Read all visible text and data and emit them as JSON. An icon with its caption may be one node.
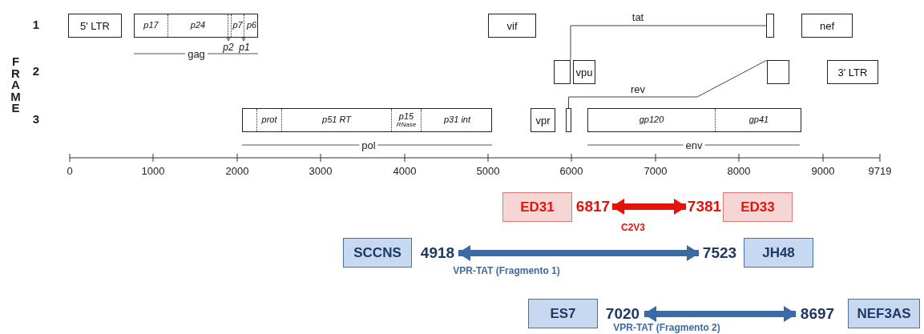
{
  "diagram": {
    "nodes": [
      {
        "text": [
          "5' LTR"
        ]
      },
      {
        "text": [
          "p17",
          "p24",
          "p7",
          "p6"
        ]
      },
      {
        "text": [
          "p2"
        ]
      },
      {
        "text": [
          "p1"
        ]
      },
      {
        "text": [
          "vif"
        ]
      },
      {
        "text": [],
        "shape": "box"
      },
      {
        "text": [
          "nef"
        ]
      },
      {
        "text": [],
        "shape": "box"
      },
      {
        "text": [
          "vpu"
        ]
      },
      {
        "text": [],
        "shape": "box"
      },
      {
        "text": [
          "3' LTR"
        ]
      },
      {
        "text": [
          "prot",
          "p51 RT",
          "p15",
          "RNase",
          "p31 int"
        ]
      },
      {
        "text": [
          "vpr"
        ]
      },
      {
        "text": [],
        "shape": "box"
      },
      {
        "text": [
          "gp120",
          "gp41"
        ]
      },
      {
        "text": [
          "ED31"
        ]
      },
      {
        "text": [
          "6817"
        ]
      },
      {
        "text": [
          "7381"
        ]
      },
      {
        "text": [
          "ED33"
        ]
      },
      {
        "text": [
          "SCCNS"
        ]
      },
      {
        "text": [
          "4918"
        ]
      },
      {
        "text": [
          "7523"
        ]
      },
      {
        "text": [
          "JH48"
        ]
      },
      {
        "text": [
          "ES7"
        ]
      },
      {
        "text": [
          "7020"
        ]
      },
      {
        "text": [
          "8697"
        ]
      },
      {
        "text": [
          "NEF3AS"
        ]
      }
    ],
    "edges": [
      {
        "from": 1,
        "to": 2,
        "arrow": "to",
        "style": "dashed"
      },
      {
        "from": 1,
        "to": 3,
        "arrow": "to",
        "style": "dashed"
      },
      {
        "from": 7,
        "to": 5,
        "arrow": "none",
        "label": "tat"
      },
      {
        "from": 13,
        "to": 9,
        "arrow": "none",
        "label": "rev"
      },
      {
        "from": 16,
        "to": 17,
        "arrow": "both",
        "label": "C2V3",
        "style": "thick",
        "color": "#e3120b"
      },
      {
        "from": 20,
        "to": 21,
        "arrow": "both",
        "label": "VPR-TAT (Fragmento 1)",
        "style": "thick",
        "color": "#3e6aa4"
      },
      {
        "from": 24,
        "to": 25,
        "arrow": "both",
        "label": "VPR-TAT (Fragmento 2)",
        "style": "thick",
        "color": "#3e6aa4"
      }
    ],
    "labels": [
      "FRAME",
      "1",
      "2",
      "3",
      "gag",
      "pol",
      "env",
      "0",
      "1000",
      "2000",
      "3000",
      "4000",
      "5000",
      "6000",
      "7000",
      "8000",
      "9000",
      "9719"
    ]
  }
}
